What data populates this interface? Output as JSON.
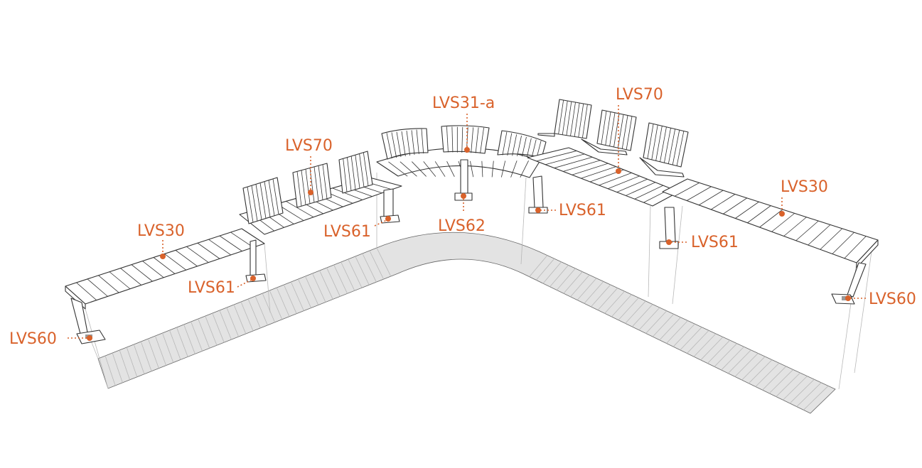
{
  "colors": {
    "label": "#d9622b",
    "line": "#333333",
    "floor": "#e3e3e3"
  },
  "labels": {
    "lvs30_left": "LVS30",
    "lvs60_left": "LVS60",
    "lvs61_left": "LVS61",
    "lvs70_left": "LVS70",
    "lvs61_mid_left": "LVS61",
    "lvs31a": "LVS31-a",
    "lvs62": "LVS62",
    "lvs61_mid_right": "LVS61",
    "lvs70_right": "LVS70",
    "lvs61_right": "LVS61",
    "lvs30_right": "LVS30",
    "lvs60_right": "LVS60"
  }
}
